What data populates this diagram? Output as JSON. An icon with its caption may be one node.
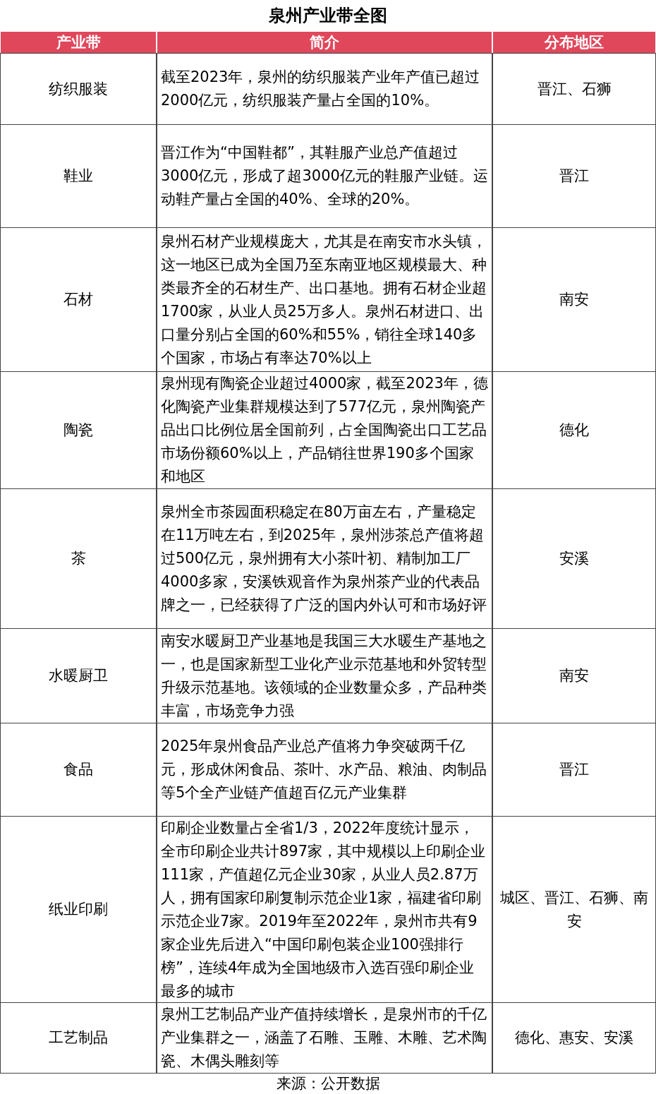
{
  "diagram": {
    "title": "泉州产业带全图",
    "labels": [
      "产业带",
      "简介",
      "分布地区",
      "纺织服装",
      "截至2023年，泉州的纺织服装产业年产值已超过2000亿元，纺织服装产量占全国的10%。",
      "晋江、石狮",
      "鞋业",
      "晋江作为“中国鞋都”，其鞋服产业总产值超过3000亿元，形成了超3000亿元的鞋服产业链。运动鞋产量占全国的40%、全球的20%。",
      "晋江",
      "石材",
      "泉州石材产业规模庞大，尤其是在南安市水头镇，这一地区已成为全国乃至东南亚地区规模最大、种类最齐全的石材生产、出口基地。拥有石材企业超1700家，从业人员25万多人。泉州石材进口、出口量分别占全国的60%和55%，销往全球140多个国家，市场占有率达70%以上",
      "南安",
      "陶瓷",
      "泉州现有陶瓷企业超过4000家，截至2023年，德化陶瓷产业集群规模达到了577亿元，泉州陶瓷产品出口比例位居全国前列，占全国陶瓷出口工艺品市场份额60%以上，产品销往世界190多个国家和地区",
      "德化",
      "茶",
      "泉州全市茶园面积稳定在80万亩左右，产量稳定在11万吨左右，到2025年，泉州涉茶总产值将超过500亿元，泉州拥有大小茶叶初、精制加工厂4000多家，安溪铁观音作为泉州茶产业的代表品牌之一，已经获得了广泛的国内外认可和市场好评",
      "安溪",
      "水暖厨卫",
      "南安水暖厨卫产业基地是我国三大水暖生产基地之一，也是国家新型工业化产业示范基地和外贸转型升级示范基地。该领域的企业数量众多，产品种类丰富，市场竞争力强",
      "南安",
      "食品",
      "2025年泉州食品产业总产值将力争突破两千亿元，形成休闲食品、茶叶、水产品、粮油、肉制品等5个全产业链产值超百亿元产业集群",
      "晋江",
      "纸业印刷",
      "印刷企业数量占全省1/3，2022年度统计显示，全市印刷企业共计897家，其中规模以上印刷企业111家，产值超亿元企业30家，从业人员2.87万人，拥有国家印刷复制示范企业1家，福建省印刷示范企业7家。2019年至2022年，泉州市共有9家企业先后进入“中国印刷包装企业100强排行榜”，连续4年成为全国地级市入选百强印刷企业最多的城市",
      "城区、晋江、石狮、南安",
      "工艺制品",
      "泉州工艺制品产业产值持续增长，是泉州市的千亿产业集群之一，涵盖了石雕、玉雕、木雕、艺术陶瓷、木偶头雕刻等",
      "德化、惠安、安溪"
    ],
    "caption": "来源：公开数据"
  }
}
